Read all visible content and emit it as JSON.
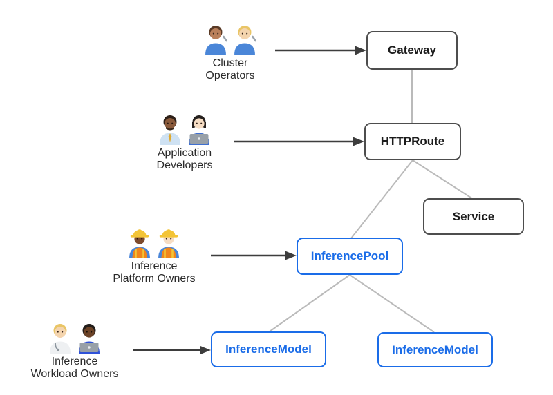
{
  "diagram": {
    "personas": [
      {
        "id": "cluster-operators",
        "line1": "Cluster",
        "line2": "Operators",
        "icon": "man-mechanic-and-woman-mechanic-emoji",
        "points_to": "Gateway"
      },
      {
        "id": "application-developers",
        "line1": "Application",
        "line2": "Developers",
        "icon": "man-technologist-and-woman-technologist-emoji",
        "points_to": "HTTPRoute"
      },
      {
        "id": "inference-platform-owners",
        "line1": "Inference",
        "line2": "Platform Owners",
        "icon": "woman-construction-worker-and-man-construction-worker-emoji",
        "points_to": "InferencePool"
      },
      {
        "id": "inference-workload-owners",
        "line1": "Inference",
        "line2": "Workload Owners",
        "icon": "health-worker-and-technologist-emoji",
        "points_to": "InferenceModel"
      }
    ],
    "nodes": [
      {
        "id": "gateway",
        "label": "Gateway",
        "style": "gray"
      },
      {
        "id": "httproute",
        "label": "HTTPRoute",
        "style": "gray"
      },
      {
        "id": "service",
        "label": "Service",
        "style": "gray"
      },
      {
        "id": "inference-pool",
        "label": "InferencePool",
        "style": "blue"
      },
      {
        "id": "inference-model-left",
        "label": "InferenceModel",
        "style": "blue"
      },
      {
        "id": "inference-model-right",
        "label": "InferenceModel",
        "style": "blue"
      }
    ],
    "edges": [
      "Gateway-HTTPRoute",
      "HTTPRoute-InferencePool",
      "HTTPRoute-Service",
      "InferencePool-InferenceModel-left",
      "InferencePool-InferenceModel-right"
    ],
    "colors": {
      "node_border_gray": "#4d4d4d",
      "node_text_dark": "#1c1c1c",
      "extension_blue": "#1a6ce8",
      "connector_gray": "#bababa",
      "arrow_dark": "#3d3d3d",
      "background": "#ffffff"
    }
  }
}
